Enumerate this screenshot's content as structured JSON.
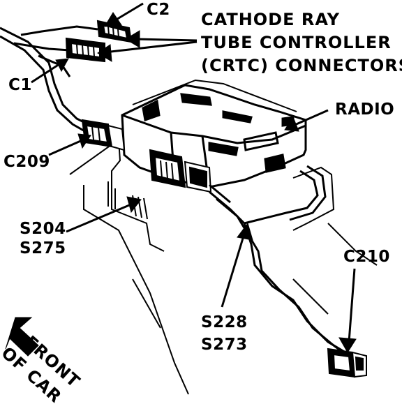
{
  "title_lines": [
    "CATHODE RAY",
    "TUBE CONTROLLER",
    "(CRTC) CONNECTORS"
  ],
  "labels": {
    "c2": "C2",
    "c1": "C1",
    "radio": "RADIO",
    "c209": "C209",
    "s204": "S204",
    "s275": "S275",
    "c210": "C210",
    "s228": "S228",
    "s273": "S273",
    "front_line1": "FRONT",
    "front_line2": "OF CAR"
  },
  "colors": {
    "ink": "#000000",
    "paper": "#ffffff"
  }
}
